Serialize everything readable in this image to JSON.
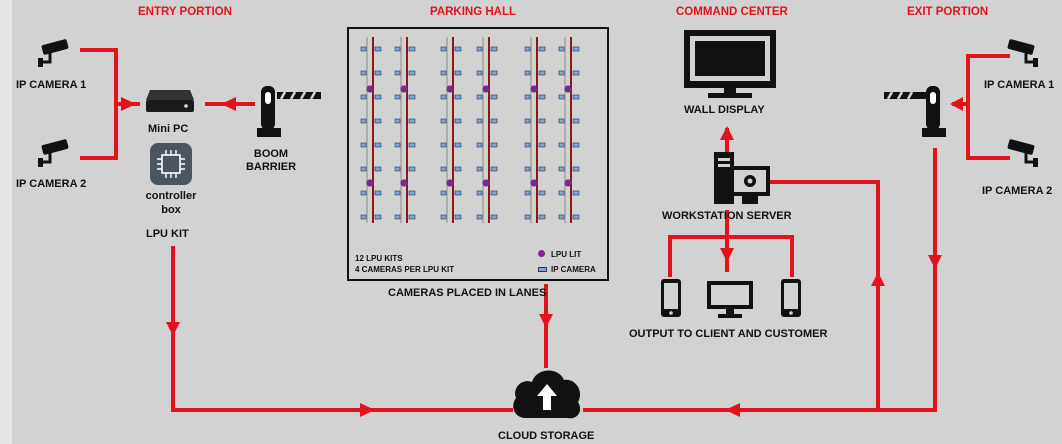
{
  "sections": {
    "entry": "ENTRY PORTION",
    "parking": "PARKING HALL",
    "command": "COMMAND CENTER",
    "exit": "EXIT PORTION"
  },
  "entry": {
    "camera1": "IP CAMERA 1",
    "camera2": "IP CAMERA 2",
    "mini_pc": "Mini PC",
    "controller_line1": "controller",
    "controller_line2": "box",
    "lpu_kit": "LPU KIT",
    "boom_line1": "BOOM",
    "boom_line2": "BARRIER"
  },
  "parking": {
    "kits_note": "12 LPU KITS",
    "cameras_note": "4 CAMERAS PER LPU KIT",
    "legend_lpu": "LPU LIT",
    "legend_camera": "IP CAMERA",
    "caption": "CAMERAS  PLACED IN LANES"
  },
  "command": {
    "wall_display": "WALL DISPLAY",
    "workstation": "WORKSTATION SERVER",
    "output": "OUTPUT TO CLIENT AND CUSTOMER"
  },
  "exit": {
    "camera1": "IP CAMERA 1",
    "camera2": "IP CAMERA 2"
  },
  "cloud": "CLOUD STORAGE",
  "colors": {
    "wire": "#e2141b",
    "lane": "#8a1a1a",
    "lpu": "#7b2a85",
    "camera": "#7aa7d8"
  }
}
